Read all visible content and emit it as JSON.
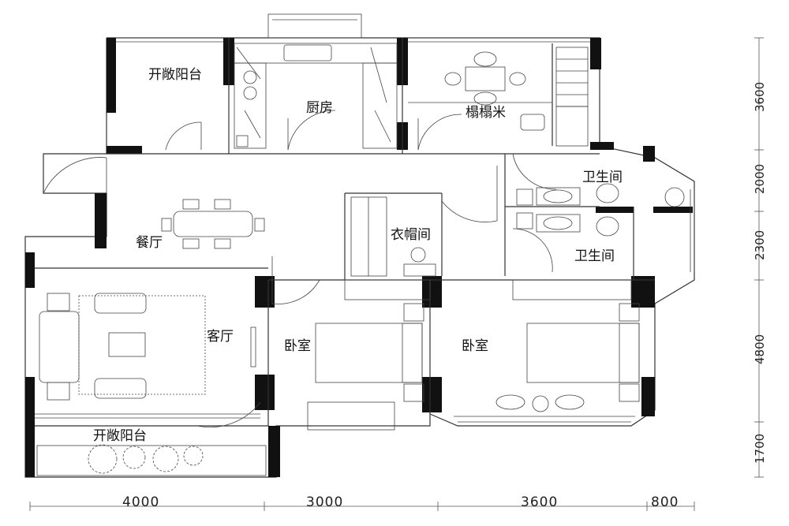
{
  "rooms": {
    "balcony_north": "开敞阳台",
    "kitchen": "厨房",
    "tatami": "榻榻米",
    "bath_1": "卫生间",
    "bath_2": "卫生间",
    "dining": "餐厅",
    "closet": "衣帽间",
    "living": "客厅",
    "bedroom_1": "卧室",
    "bedroom_2": "卧室",
    "balcony_south": "开敞阳台"
  },
  "dimensions": {
    "horizontal": [
      "4000",
      "3000",
      "3600",
      "800"
    ],
    "vertical": [
      "3600",
      "2000",
      "2300",
      "4800",
      "1700"
    ]
  },
  "colors": {
    "wall": "#111111",
    "line": "#333333"
  }
}
